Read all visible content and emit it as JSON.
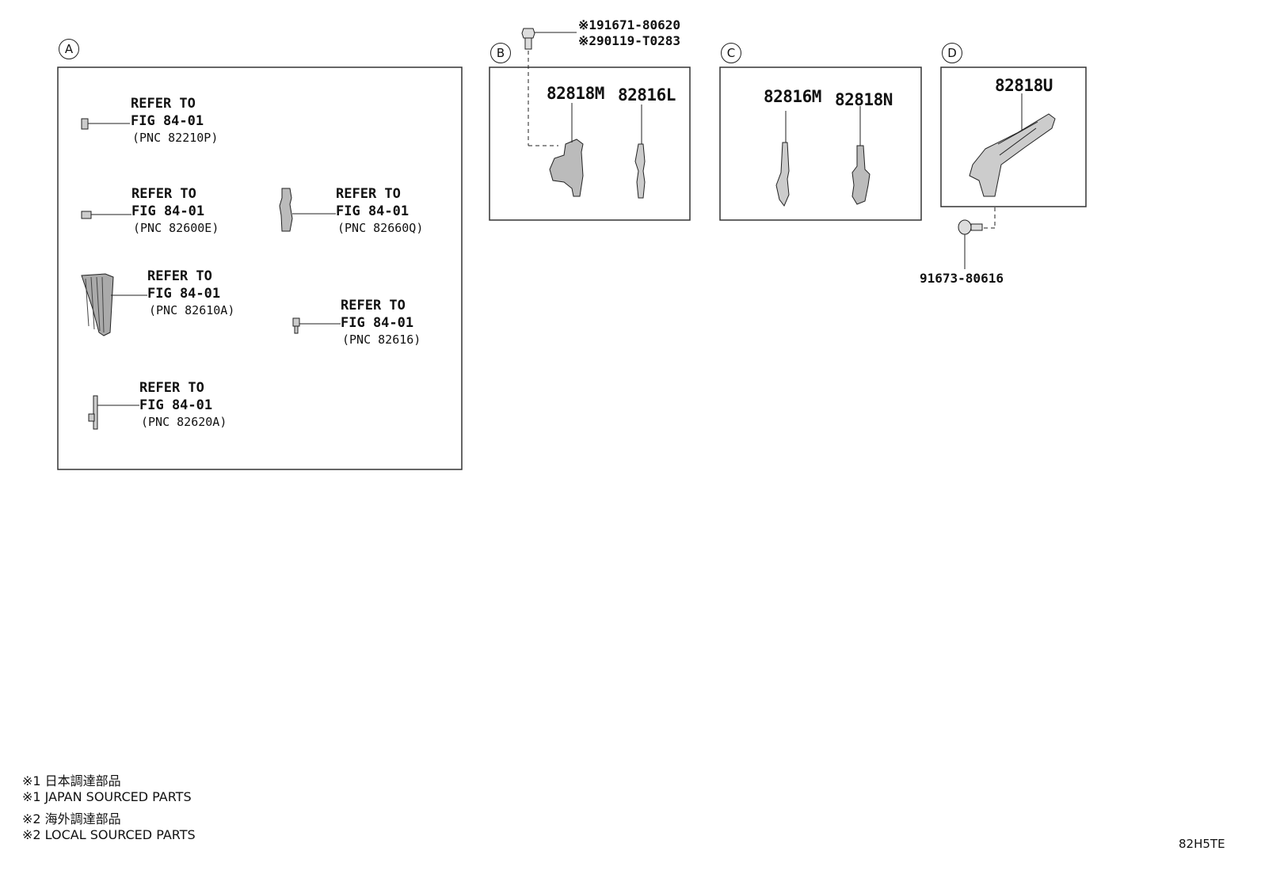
{
  "sections": {
    "A": {
      "label": "A",
      "refs": [
        {
          "line1": "REFER TO",
          "line2": "FIG 84-01",
          "pnc": "(PNC 82210P)"
        },
        {
          "line1": "REFER TO",
          "line2": "FIG 84-01",
          "pnc": "(PNC 82600E)"
        },
        {
          "line1": "REFER TO",
          "line2": "FIG 84-01",
          "pnc": "(PNC 82660Q)"
        },
        {
          "line1": "REFER TO",
          "line2": "FIG 84-01",
          "pnc": "(PNC 82610A)"
        },
        {
          "line1": "REFER TO",
          "line2": "FIG 84-01",
          "pnc": "(PNC 82616)"
        },
        {
          "line1": "REFER TO",
          "line2": "FIG 84-01",
          "pnc": "(PNC 82620A)"
        }
      ]
    },
    "B": {
      "label": "B",
      "parts": [
        "82818M",
        "82816L"
      ],
      "bolt_parts": [
        "※191671-80620",
        "※290119-T0283"
      ]
    },
    "C": {
      "label": "C",
      "parts": [
        "82816M",
        "82818N"
      ]
    },
    "D": {
      "label": "D",
      "parts": [
        "82818U"
      ],
      "bolt_part": "91673-80616"
    }
  },
  "notes": [
    "※1 日本調達部品",
    "※1 JAPAN SOURCED PARTS",
    "※2 海外調達部品",
    "※2 LOCAL SOURCED PARTS"
  ],
  "diagram_code": "82H5TE"
}
